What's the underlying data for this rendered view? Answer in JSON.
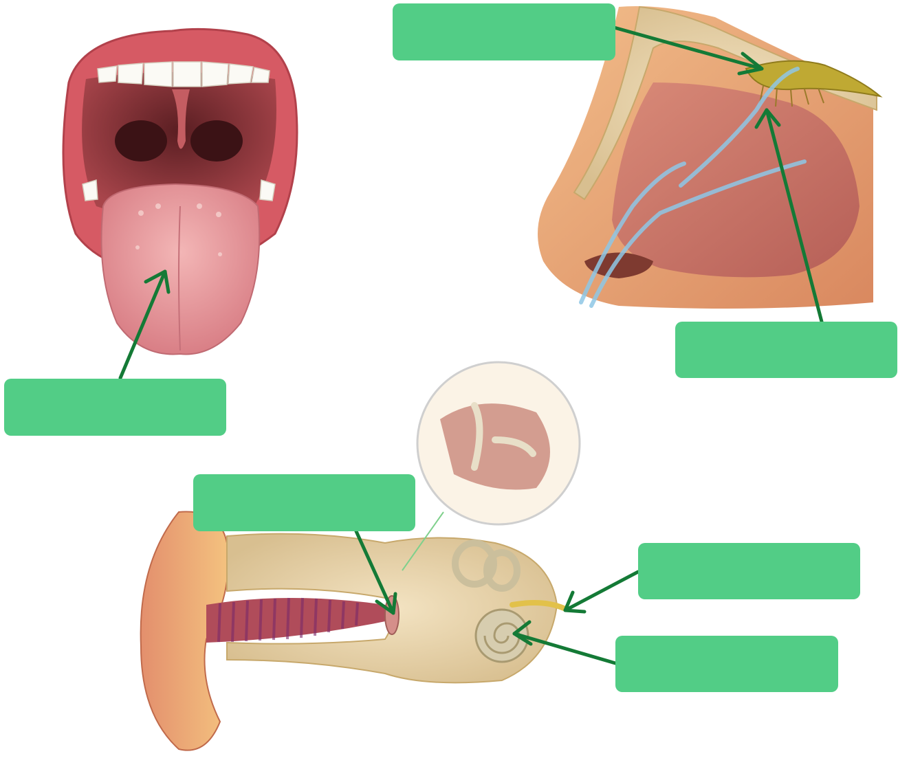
{
  "colors": {
    "label_box": "#52cd86",
    "arrow": "#147a36",
    "background": "#ffffff"
  },
  "figures": [
    {
      "name": "tongue-illustration",
      "icon": "open-mouth-tongue"
    },
    {
      "name": "nose-illustration",
      "icon": "nose-cross-section"
    },
    {
      "name": "ear-illustration",
      "icon": "ear-cross-section"
    }
  ],
  "labels": {
    "olfactory_bulb": "",
    "olfactory_receptors": "",
    "taste_buds": "",
    "eardrum": "",
    "auditory_nerve": "",
    "cochlea": ""
  }
}
